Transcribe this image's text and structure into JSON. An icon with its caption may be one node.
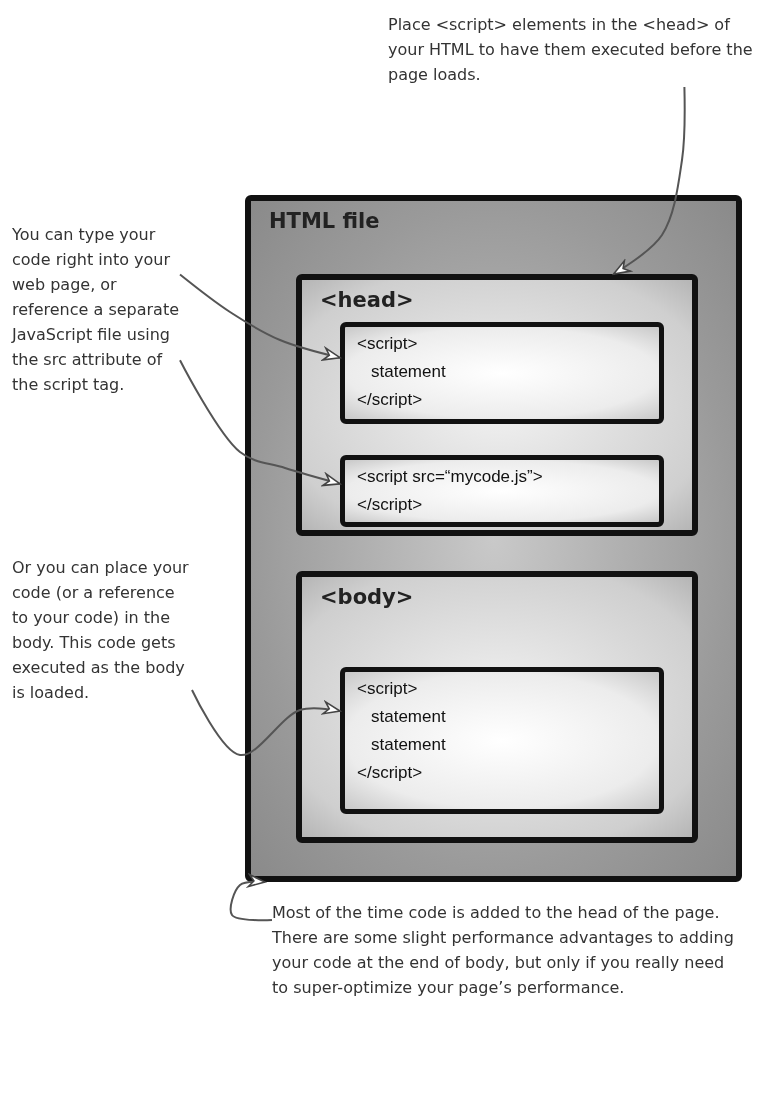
{
  "diagram": {
    "nodes": [
      {
        "text": [
          "HTML file"
        ]
      },
      {
        "text": [
          "<head>"
        ],
        "in": 0
      },
      {
        "text": [
          "<script>",
          "statement",
          "</script>"
        ],
        "in": 1
      },
      {
        "text": [
          "<script src=“mycode.js”>",
          "</script>"
        ],
        "in": 1
      },
      {
        "text": [
          "<body>"
        ],
        "in": 0
      },
      {
        "text": [
          "<script>",
          "statement",
          "statement",
          "</script>"
        ],
        "in": 4
      },
      {
        "text": [
          "Place <script> elements in the <head> of your HTML to have them executed before the page loads."
        ]
      },
      {
        "text": [
          "You can type your code right into your web page, or reference a separate JavaScript file using the src attribute of the script tag."
        ]
      },
      {
        "text": [
          "Or you can place your code (or a reference to your code) in the body. This code gets executed as the body is loaded."
        ]
      },
      {
        "text": [
          "Most of the time code is added to the head of the page. There are some slight performance advantages to adding your code at the end of body, but only if you really need to super-optimize your page’s performance."
        ]
      }
    ],
    "edges": [
      {
        "from": 6,
        "to": 1,
        "arrow": "to"
      },
      {
        "from": 7,
        "to": 2,
        "arrow": "to"
      },
      {
        "from": 7,
        "to": 3,
        "arrow": "to"
      },
      {
        "from": 8,
        "to": 5,
        "arrow": "to"
      },
      {
        "from": 9,
        "to": 0,
        "arrow": "to"
      }
    ]
  }
}
